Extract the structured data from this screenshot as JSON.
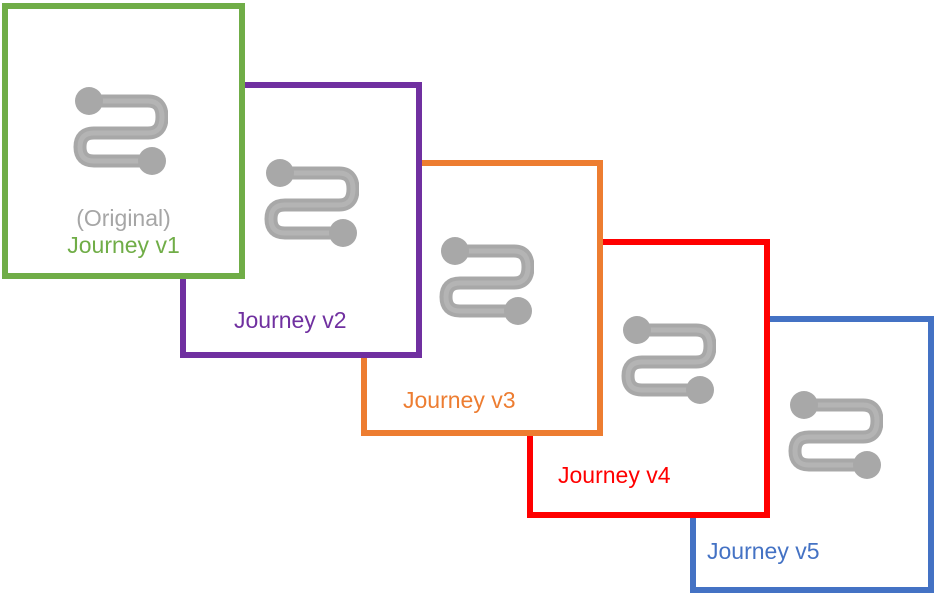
{
  "versions": [
    {
      "label": "Journey v1",
      "note": "(Original)",
      "color": "#70ad47"
    },
    {
      "label": "Journey v2",
      "color": "#7030a0"
    },
    {
      "label": "Journey v3",
      "color": "#ed7d31"
    },
    {
      "label": "Journey v4",
      "color": "#ff0000"
    },
    {
      "label": "Journey v5",
      "color": "#4472c4"
    }
  ],
  "icon": "journey-path-icon",
  "note_color": "#a6a6a6"
}
